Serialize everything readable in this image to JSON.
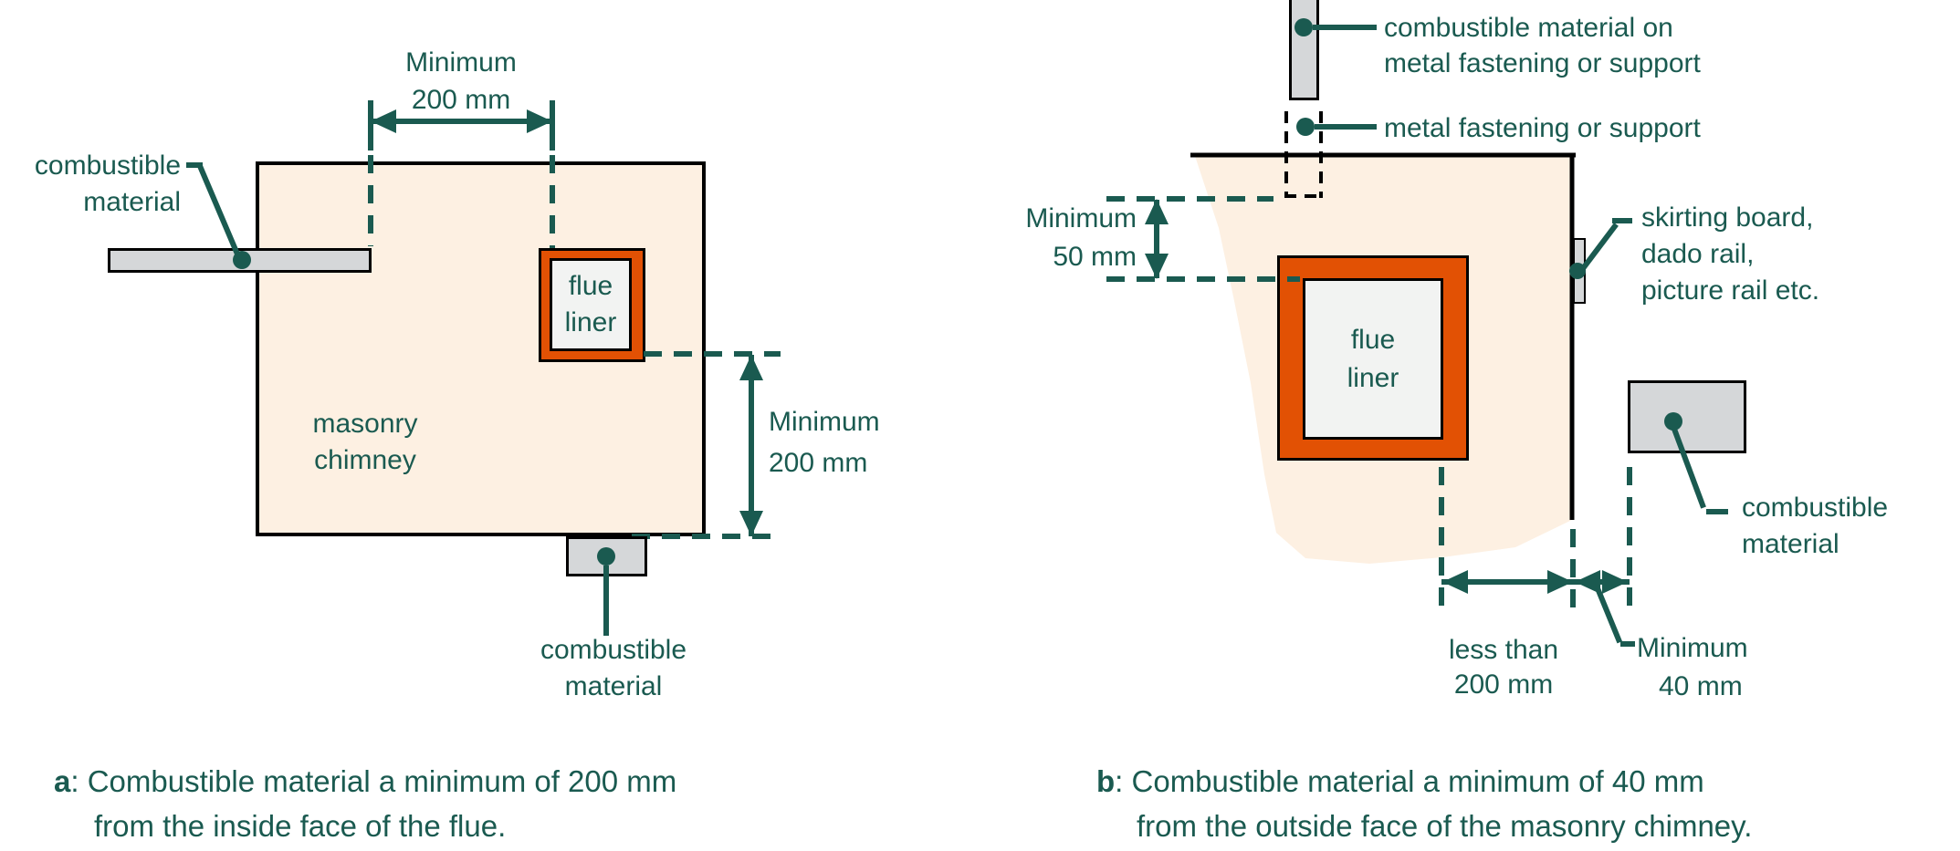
{
  "colors": {
    "teal": "#1a5a50",
    "orange": "#e25104",
    "cream": "#fdf0e2",
    "gray": "#d5d7d9",
    "liner": "#f2f3f2"
  },
  "diagram_a": {
    "labels": {
      "combustible_left_1": "combustible",
      "combustible_left_2": "material",
      "min200_top_1": "Minimum",
      "min200_top_2": "200 mm",
      "flue_1": "flue",
      "flue_2": "liner",
      "masonry_1": "masonry",
      "masonry_2": "chimney",
      "min200_right_1": "Minimum",
      "min200_right_2": "200 mm",
      "combustible_bottom_1": "combustible",
      "combustible_bottom_2": "material"
    },
    "caption": {
      "letter": "a",
      "line1": ": Combustible material a minimum of 200 mm",
      "line2": "from the inside face of the flue."
    }
  },
  "diagram_b": {
    "labels": {
      "comb_on_metal_1": "combustible material on",
      "comb_on_metal_2": "metal fastening or support",
      "metal_fastening": "metal fastening or support",
      "min50_1": "Minimum",
      "min50_2": "50 mm",
      "flue_1": "flue",
      "flue_2": "liner",
      "skirting_1": "skirting board,",
      "skirting_2": "dado rail,",
      "skirting_3": "picture rail etc.",
      "combustible_1": "combustible",
      "combustible_2": "material",
      "less200_1": "less than",
      "less200_2": "200 mm",
      "min40_1": "Minimum",
      "min40_2": "40 mm"
    },
    "caption": {
      "letter": "b",
      "line1": ": Combustible material a minimum of 40 mm",
      "line2": "from the outside face of the masonry chimney."
    }
  }
}
